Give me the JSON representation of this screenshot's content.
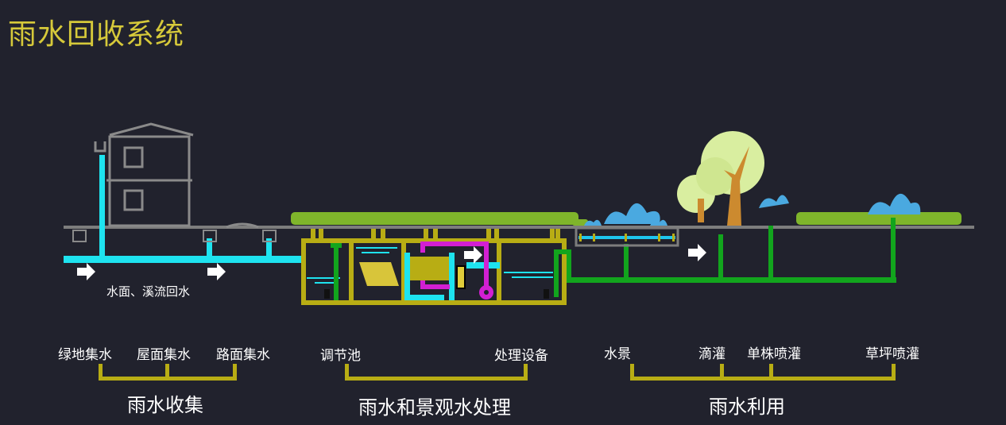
{
  "title": "雨水回收系统",
  "flow_note": "水面、溪流回水",
  "colors": {
    "background": "#21222d",
    "title": "#d6c93a",
    "bracket": "#b8ad14",
    "cyan": "#1ee3ef",
    "green": "#12a51d",
    "magenta": "#d21fd2",
    "ground": "#7d7d7d"
  },
  "groups": [
    {
      "label": "雨水收集",
      "items": [
        "绿地集水",
        "屋面集水",
        "路面集水"
      ]
    },
    {
      "label": "雨水和景观水处理",
      "items": [
        "调节池",
        "处理设备"
      ]
    },
    {
      "label": "雨水利用",
      "items": [
        "水景",
        "滴灌",
        "单株喷灌",
        "草坪喷灌"
      ]
    }
  ]
}
